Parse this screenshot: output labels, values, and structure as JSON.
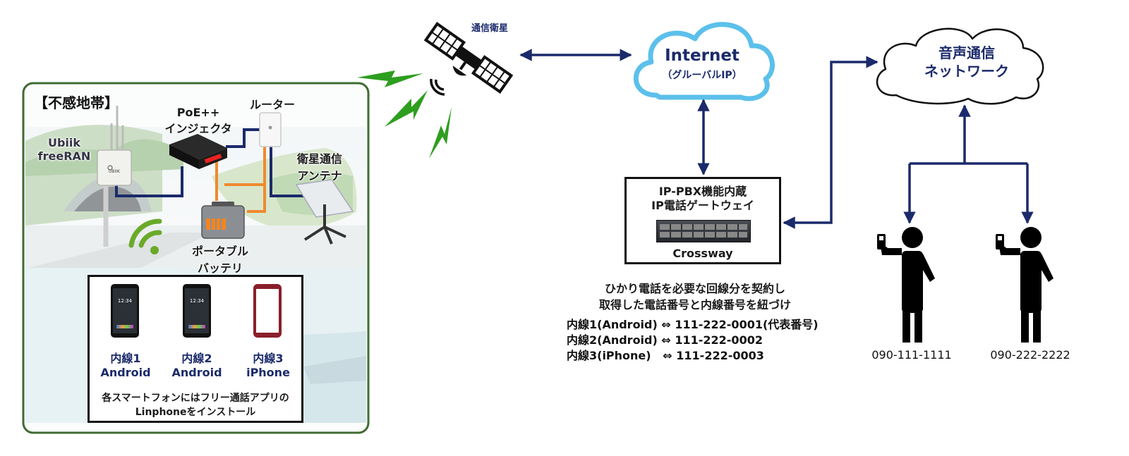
{
  "zone": {
    "title": "【不感地帯】",
    "ubiik": [
      "Ubiik",
      "freeRAN"
    ],
    "ubiik_brand": "UBIIK",
    "poe": [
      "PoE++",
      "インジェクタ"
    ],
    "router": "ルーター",
    "antenna": [
      "衛星通信",
      "アンテナ"
    ],
    "battery": [
      "ポータブル",
      "バッテリ"
    ]
  },
  "phones": [
    {
      "line": "内線1",
      "os": "Android",
      "time": "12:34"
    },
    {
      "line": "内線2",
      "os": "Android",
      "time": "12:34"
    },
    {
      "line": "内線3",
      "os": "iPhone",
      "time": ""
    }
  ],
  "phones_note": [
    "各スマートフォンにはフリー通話アプリの",
    "Linphoneをインストール"
  ],
  "satellite": "通信衛星",
  "internet": {
    "title": "Internet",
    "sub": "（グルーバルIP）"
  },
  "voice": [
    "音声通信",
    "ネットワーク"
  ],
  "gateway": {
    "line1": "IP-PBX機能内蔵",
    "line2": "IP電話ゲートウェイ",
    "name": "Crossway"
  },
  "contract": [
    "ひかり電話を必要な回線分を契約し",
    "取得した電話番号と内線番号を紐づけ"
  ],
  "mapping": [
    "内線1(Android) ⇔ 111-222-0001(代表番号)",
    "内線2(Android) ⇔ 111-222-0002",
    "内線3(iPhone)   ⇔ 111-222-0003"
  ],
  "external_numbers": [
    "090-111-1111",
    "090-222-2222"
  ],
  "colors": {
    "navy": "#1b2a6b",
    "orange": "#ef8a2e",
    "green": "#2e9e1f",
    "frame": "#3f6b33",
    "cloud": "#5bc0eb"
  }
}
